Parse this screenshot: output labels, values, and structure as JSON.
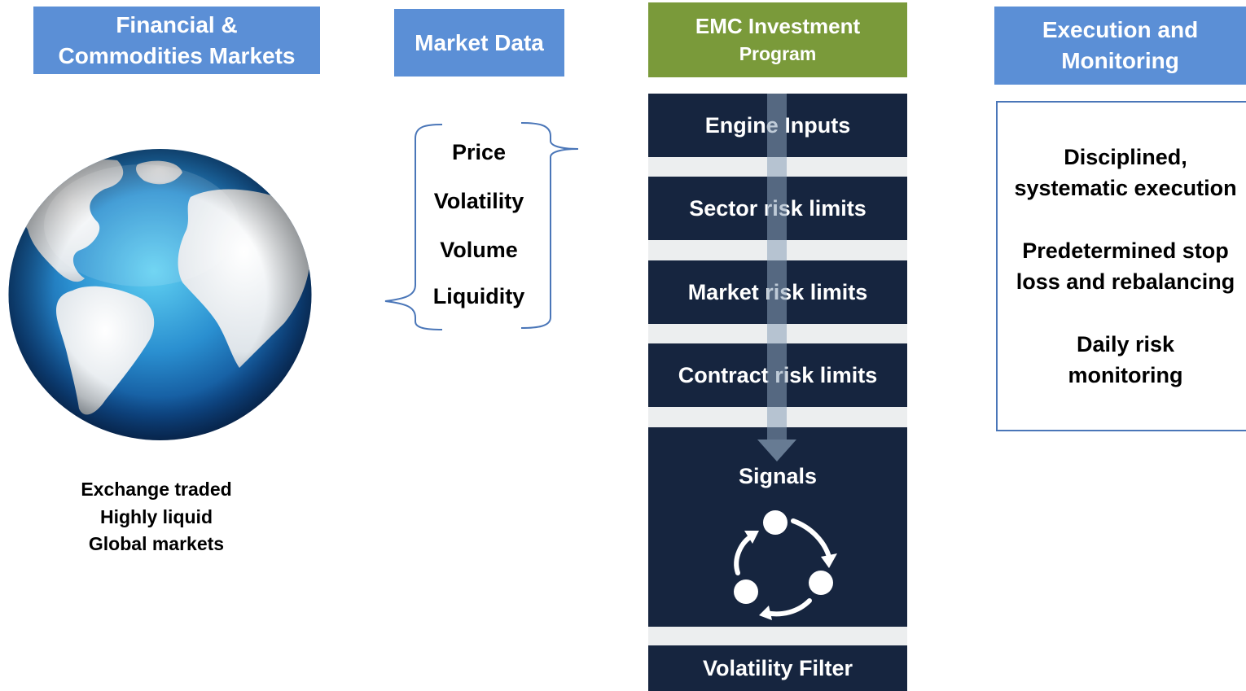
{
  "columns": {
    "markets": {
      "header_line1": "Financial &",
      "header_line2": "Commodities Markets",
      "caption": [
        "Exchange traded",
        "Highly liquid",
        "Global markets"
      ]
    },
    "market_data": {
      "header": "Market Data",
      "items": [
        "Price",
        "Volatility",
        "Volume",
        "Liquidity"
      ]
    },
    "program": {
      "header_line1": "EMC Investment",
      "header_line2": "Program",
      "blocks": [
        "Engine Inputs",
        "Sector risk limits",
        "Market risk limits",
        "Contract risk limits"
      ],
      "signals": "Signals",
      "filter": "Volatility Filter"
    },
    "execution": {
      "header_line1": "Execution and",
      "header_line2": "Monitoring",
      "items": [
        [
          "Disciplined,",
          "systematic execution"
        ],
        [
          "Predetermined stop",
          "loss and rebalancing"
        ],
        [
          "Daily risk",
          "monitoring"
        ]
      ]
    }
  },
  "colors": {
    "header_blue": "#5b8fd6",
    "header_green": "#7a9a3a",
    "block_navy": "#16253f",
    "exec_border": "#4a76b8"
  },
  "icons": [
    "globe-icon",
    "curly-brace-icon",
    "down-arrow-icon",
    "cycle-icon"
  ]
}
